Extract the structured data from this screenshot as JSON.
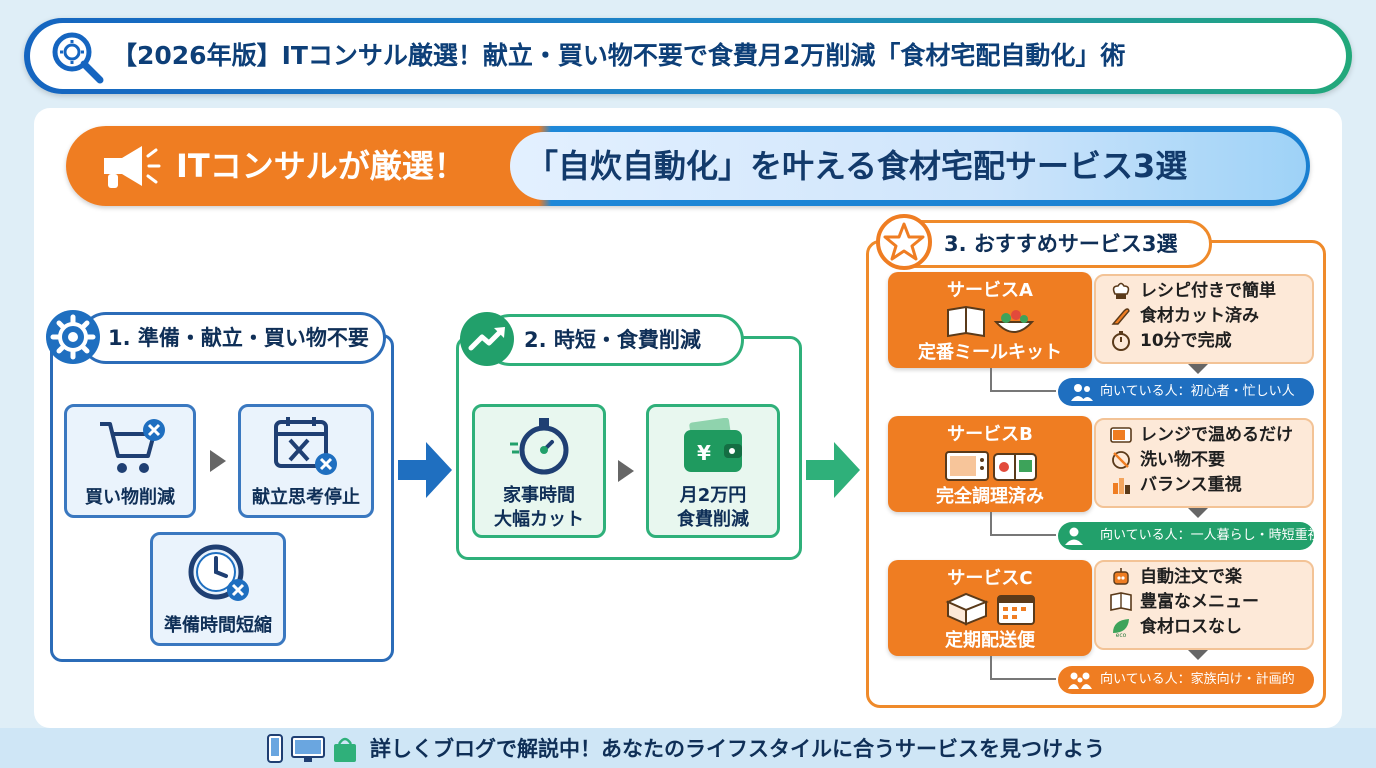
{
  "header": {
    "title": "【2026年版】ITコンサル厳選！献立・買い物不要で食費月2万削減「食材宅配自動化」術",
    "icon": "search-gear-icon"
  },
  "banner": {
    "left_label": "ITコンサルが厳選！",
    "right_label": "「自炊自動化」を叶える食材宅配サービス3選",
    "icon": "megaphone-icon"
  },
  "section1": {
    "title": "1. 準備・献立・買い物不要",
    "icon": "gear-icon",
    "items": [
      {
        "label": "買い物削減",
        "icon": "cart-x-icon"
      },
      {
        "label": "献立思考停止",
        "icon": "calendar-cutlery-x-icon"
      },
      {
        "label": "準備時間短縮",
        "icon": "clock-x-icon"
      }
    ]
  },
  "section2": {
    "title": "2. 時短・食費削減",
    "icon": "trend-up-icon",
    "items": [
      {
        "line1": "家事時間",
        "line2": "大幅カット",
        "icon": "stopwatch-icon"
      },
      {
        "line1": "月2万円",
        "line2": "食費削減",
        "icon": "wallet-yen-icon"
      }
    ]
  },
  "section3": {
    "title": "3. おすすめサービス3選",
    "icon": "star-icon",
    "services": [
      {
        "title": "サービスA",
        "name": "定番ミールキット",
        "icons": [
          "recipe-book-icon",
          "salad-bowl-icon"
        ],
        "features": [
          {
            "text": "レシピ付きで簡単",
            "icon": "chef-hat-icon"
          },
          {
            "text": "食材カット済み",
            "icon": "knife-icon"
          },
          {
            "text": "10分で完成",
            "icon": "timer-icon"
          }
        ],
        "target": "向いている人：初心者・忙しい人",
        "target_color": "#1f6fc0",
        "target_icon": "people-icon"
      },
      {
        "title": "サービスB",
        "name": "完全調理済み",
        "icons": [
          "microwave-icon",
          "bento-icon"
        ],
        "features": [
          {
            "text": "レンジで温めるだけ",
            "icon": "microwave-icon"
          },
          {
            "text": "洗い物不要",
            "icon": "no-dishes-icon"
          },
          {
            "text": "バランス重視",
            "icon": "balance-icon"
          }
        ],
        "target": "向いている人：一人暮らし・時短重視",
        "target_color": "#22a06b",
        "target_icon": "person-icon"
      },
      {
        "title": "サービスC",
        "name": "定期配送便",
        "icons": [
          "box-icon",
          "calendar-icon"
        ],
        "features": [
          {
            "text": "自動注文で楽",
            "icon": "robot-icon"
          },
          {
            "text": "豊富なメニュー",
            "icon": "menu-book-icon"
          },
          {
            "text": "食材ロスなし",
            "icon": "eco-leaf-icon"
          }
        ],
        "target": "向いている人：家族向け・計画的",
        "target_color": "#ef7d22",
        "target_icon": "family-icon"
      }
    ]
  },
  "footer": {
    "text": "詳しくブログで解説中！あなたのライフスタイルに合うサービスを見つけよう",
    "icons": [
      "smartphone-icon",
      "monitor-icon",
      "shopping-bag-icon"
    ]
  },
  "colors": {
    "blue": "#1f6fc0",
    "green": "#2fb07a",
    "orange": "#ef7d22",
    "navy": "#0f2f57"
  }
}
